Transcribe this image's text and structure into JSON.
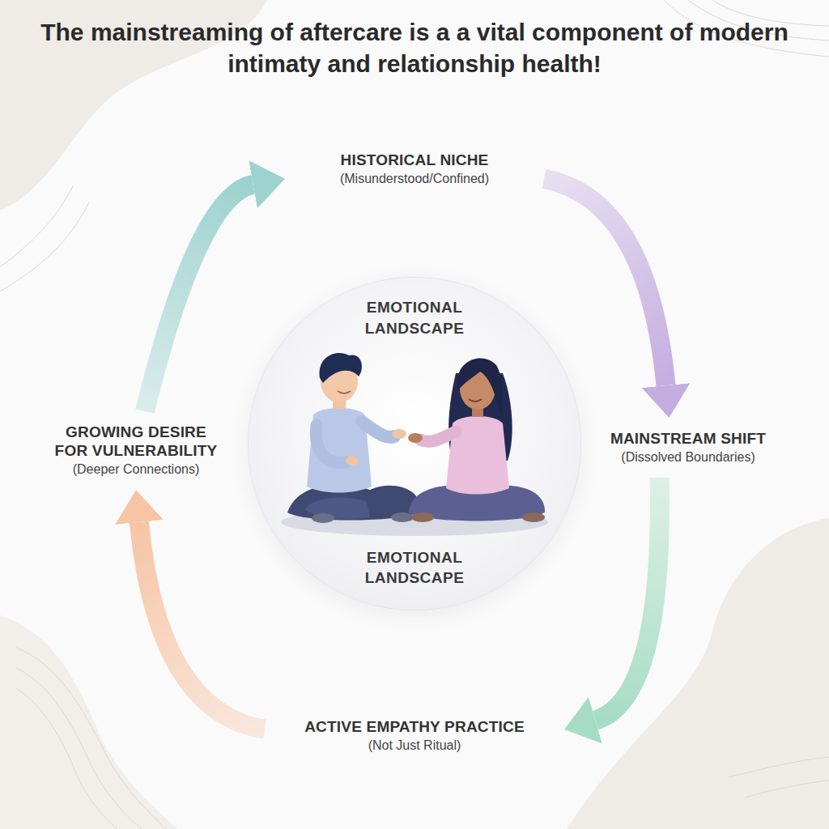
{
  "diagram": {
    "title": "The mainstreaming of aftercare is a a vital component of modern intimaty and relationship health!",
    "nodes": [
      {
        "text": [
          "HISTORICAL NICHE",
          "(Misunderstood/Confined)"
        ]
      },
      {
        "text": [
          "EMOTIONAL LANDSCAPE",
          "EMOTIONAL LANDSCAPE"
        ]
      },
      {
        "text": [
          "GROWING DESIRE FOR VULNERABILITY",
          "(Deeper Connections)"
        ]
      },
      {
        "text": [
          "MAINSTREAM SHIFT",
          "(Dissolved Boundaries)"
        ]
      },
      {
        "text": [
          "ACTIVE EMPATHY PRACTICE",
          "(Not Just Ritual)"
        ]
      }
    ],
    "edges": [
      {
        "from": 2,
        "to": 0,
        "arrow": "to"
      },
      {
        "from": 0,
        "to": 3,
        "arrow": "to"
      },
      {
        "from": 3,
        "to": 4,
        "arrow": "to"
      },
      {
        "from": 4,
        "to": 2,
        "arrow": "to"
      }
    ]
  }
}
